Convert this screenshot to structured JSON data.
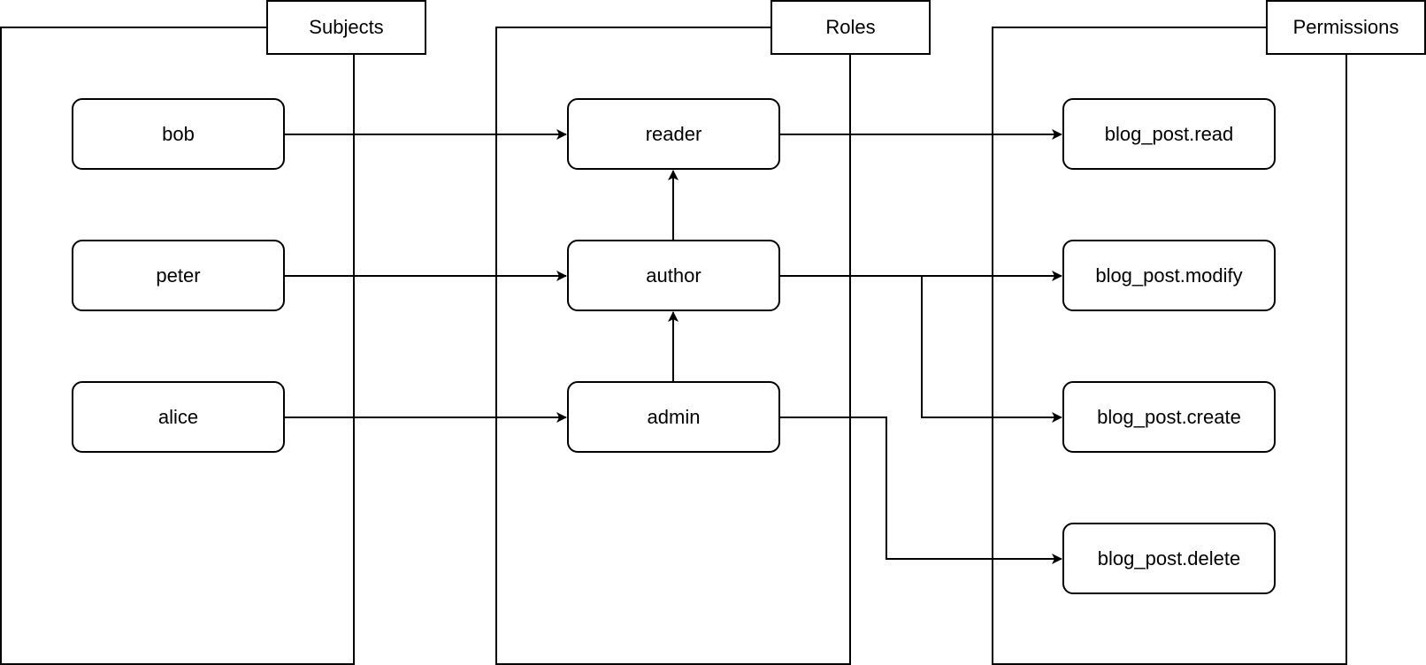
{
  "lanes": {
    "subjects": {
      "title": "Subjects"
    },
    "roles": {
      "title": "Roles"
    },
    "permissions": {
      "title": "Permissions"
    }
  },
  "subjects": {
    "bob": "bob",
    "peter": "peter",
    "alice": "alice"
  },
  "roles": {
    "reader": "reader",
    "author": "author",
    "admin": "admin"
  },
  "permissions": {
    "read": "blog_post.read",
    "modify": "blog_post.modify",
    "create": "blog_post.create",
    "delete": "blog_post.delete"
  },
  "edges": [
    {
      "from": "bob",
      "to": "reader"
    },
    {
      "from": "peter",
      "to": "author"
    },
    {
      "from": "alice",
      "to": "admin"
    },
    {
      "from": "author",
      "to": "reader"
    },
    {
      "from": "admin",
      "to": "author"
    },
    {
      "from": "reader",
      "to": "blog_post.read"
    },
    {
      "from": "author",
      "to": "blog_post.modify"
    },
    {
      "from": "author",
      "to": "blog_post.create"
    },
    {
      "from": "admin",
      "to": "blog_post.delete"
    }
  ]
}
